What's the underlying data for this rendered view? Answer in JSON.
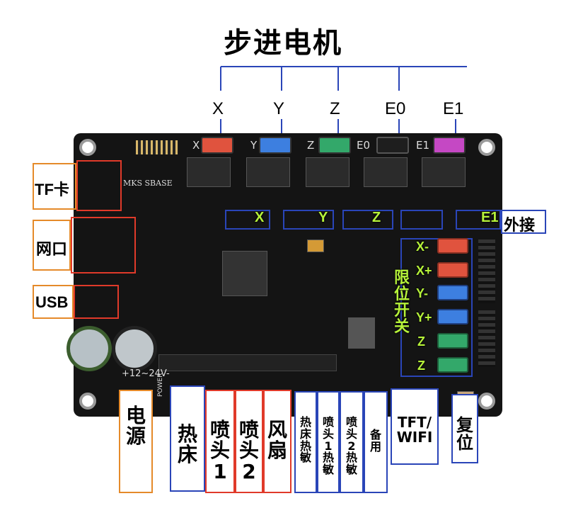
{
  "title": "步进电机",
  "motors": [
    "X",
    "Y",
    "Z",
    "E0",
    "E1"
  ],
  "board_silk": {
    "name": "MKS SBASE",
    "axes": [
      "X",
      "Y",
      "Z",
      "E0",
      "E1"
    ],
    "voltage": "+12~24V-",
    "power": "POWER"
  },
  "side_labels": {
    "tf": "TF卡",
    "net": "网口",
    "usb": "USB"
  },
  "external": {
    "items": [
      "X",
      "Y",
      "Z",
      "E1"
    ],
    "label": "外接"
  },
  "limit_switch": {
    "label": "限位开关",
    "items": [
      "X-",
      "X+",
      "Y-",
      "Y+",
      "Z",
      "Z"
    ]
  },
  "bottom_labels": [
    {
      "id": "power",
      "text": "电源"
    },
    {
      "id": "bed",
      "text": "热床"
    },
    {
      "id": "nozzle1",
      "text": "喷头1"
    },
    {
      "id": "nozzle2",
      "text": "喷头2"
    },
    {
      "id": "fan",
      "text": "风扇"
    },
    {
      "id": "bed-thermistor",
      "text": "热床热敏"
    },
    {
      "id": "nozzle1-thermistor",
      "text": "喷头1热敏"
    },
    {
      "id": "nozzle2-thermistor",
      "text": "喷头2热敏"
    },
    {
      "id": "spare",
      "text": "备用"
    },
    {
      "id": "tft-wifi",
      "text": "TFT/WIFI"
    },
    {
      "id": "reset",
      "text": "复位"
    }
  ],
  "colors": {
    "red": "#e03a2a",
    "blue": "#2a45b8",
    "orange": "#e58a2a",
    "label_green": "#b6f23a",
    "board": "#141414"
  }
}
